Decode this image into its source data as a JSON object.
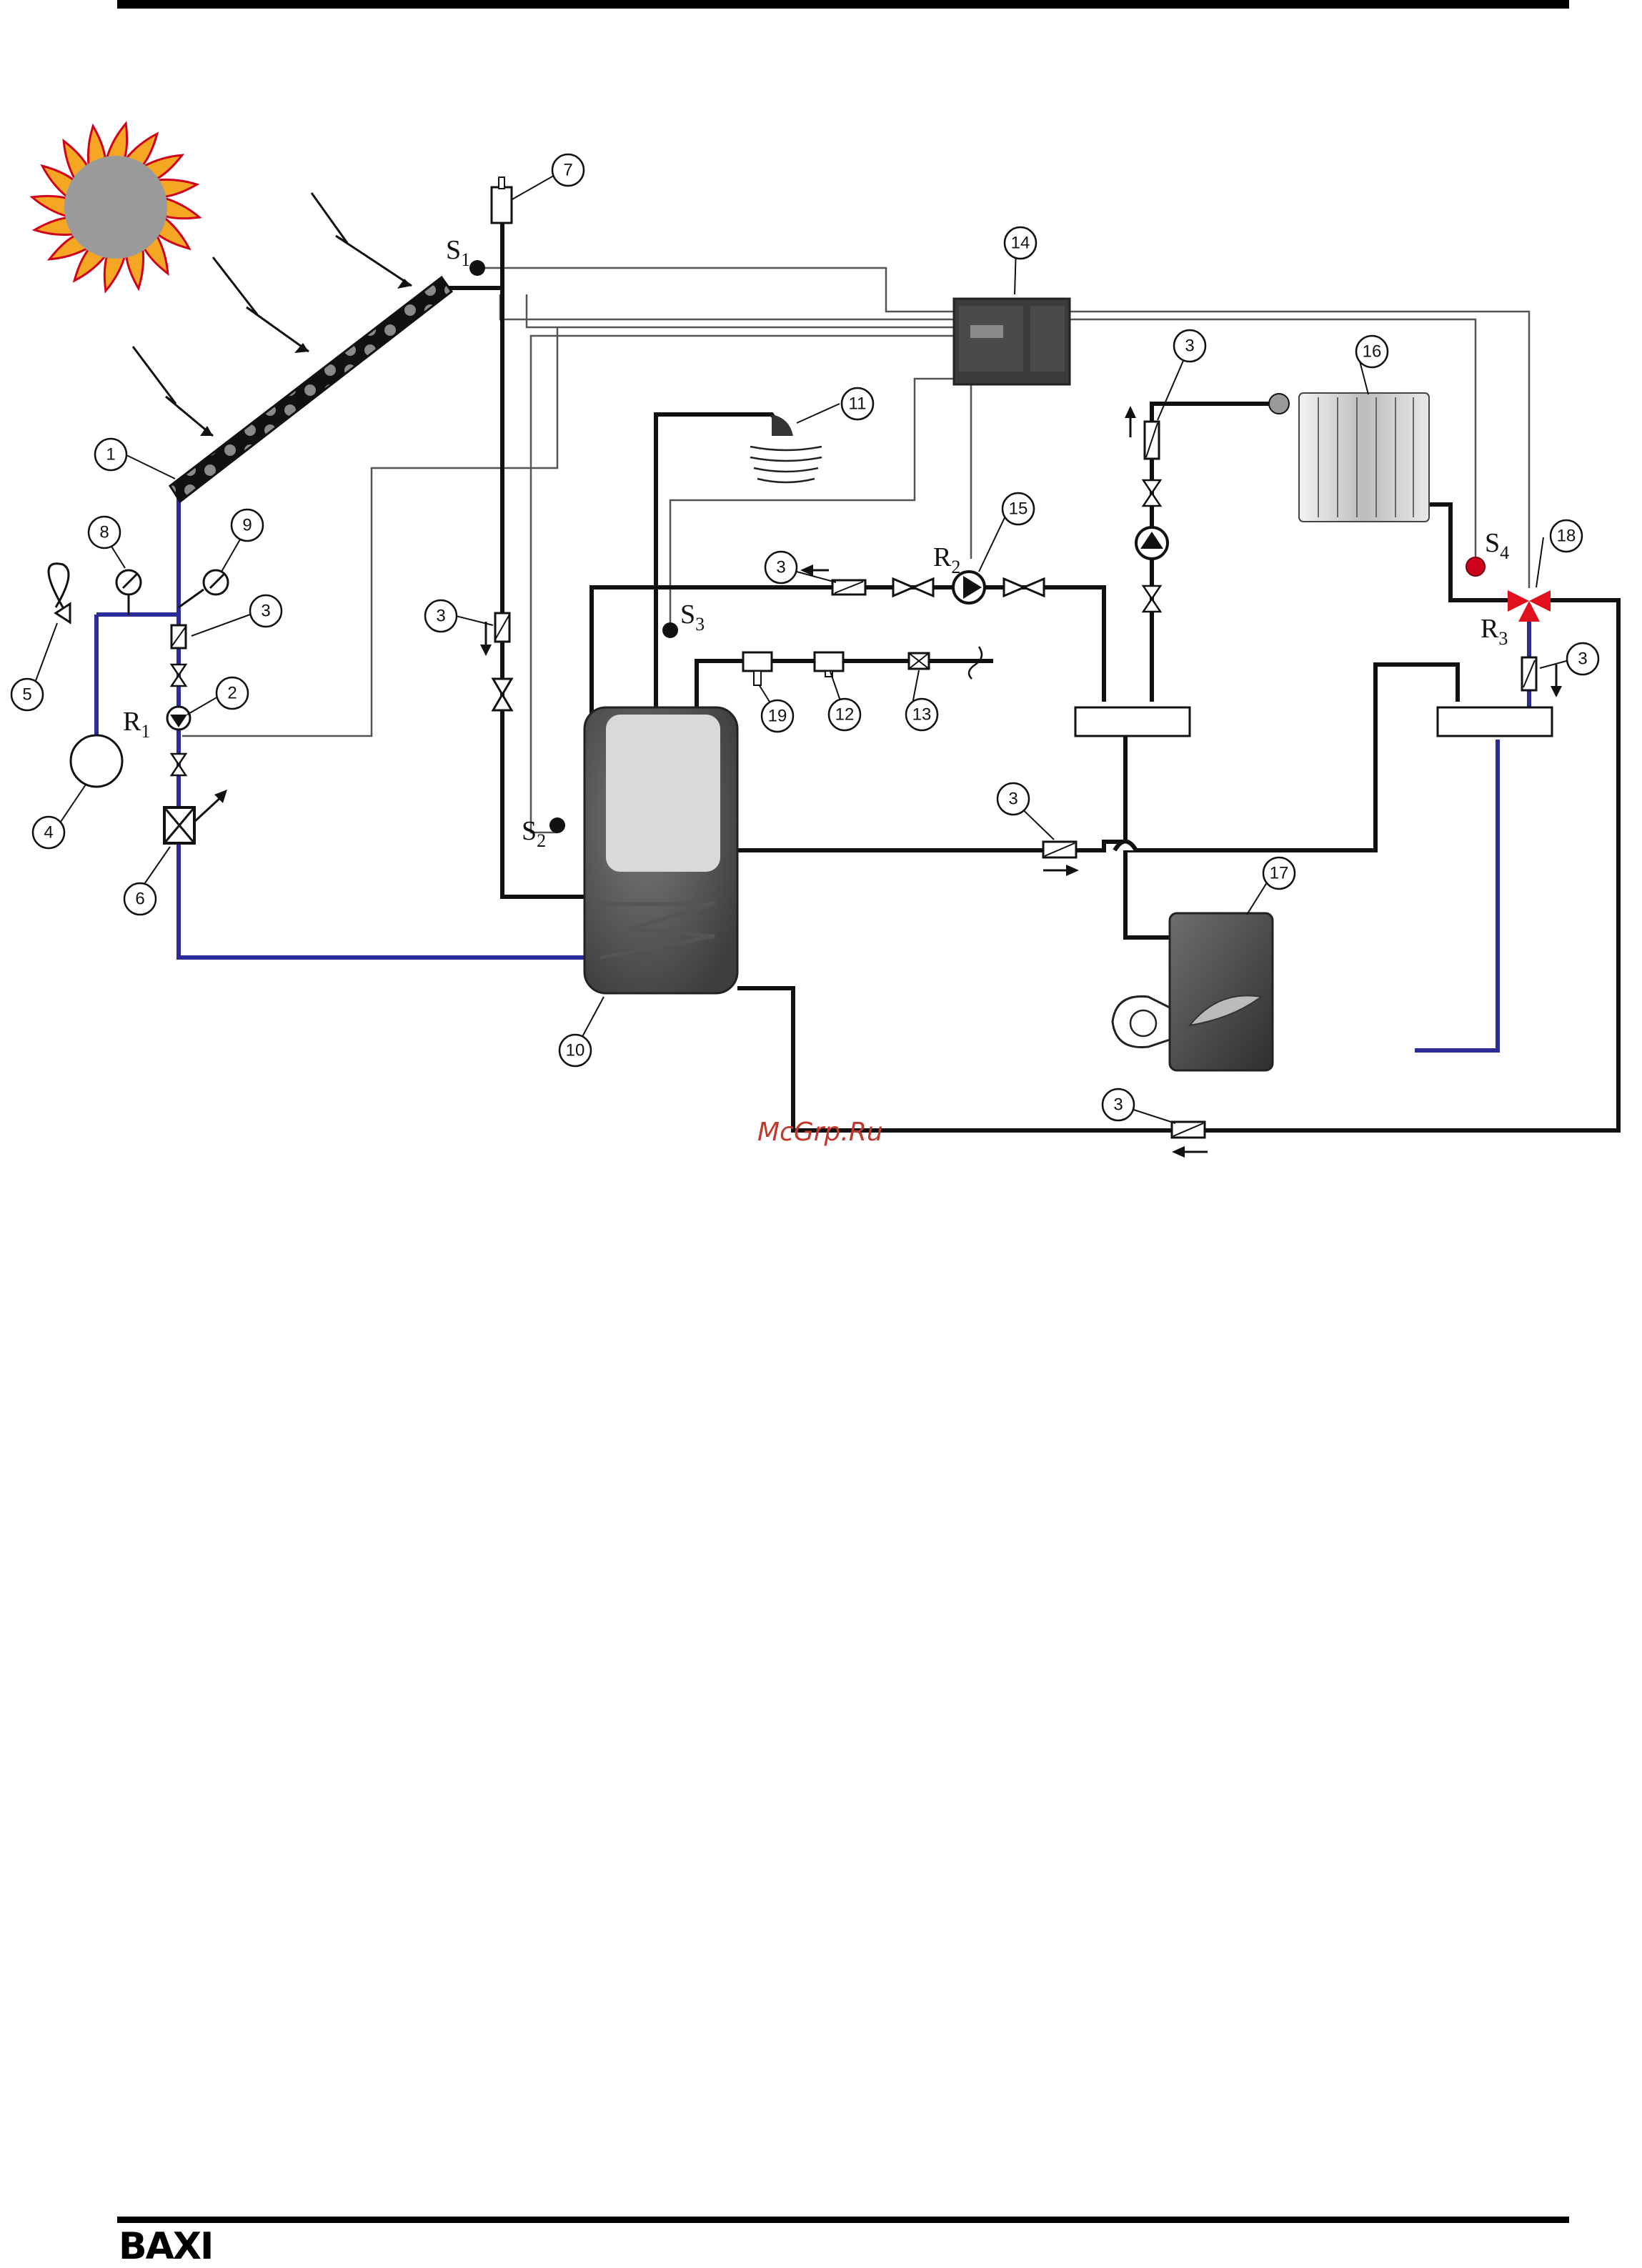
{
  "figure": {
    "sensors": [
      {
        "letter": "S",
        "sub": "1"
      },
      {
        "letter": "S",
        "sub": "2"
      },
      {
        "letter": "S",
        "sub": "3"
      },
      {
        "letter": "S",
        "sub": "4"
      }
    ],
    "relays": [
      {
        "letter": "R",
        "sub": "1"
      },
      {
        "letter": "R",
        "sub": "2"
      },
      {
        "letter": "R",
        "sub": "3"
      }
    ],
    "callouts": {
      "c1": "1",
      "c2": "2",
      "c3a": "3",
      "c3b": "3",
      "c3c": "3",
      "c3d": "3",
      "c3e": "3",
      "c3f": "3",
      "c3g": "3",
      "c4": "4",
      "c5": "5",
      "c6": "6",
      "c7": "7",
      "c8": "8",
      "c9": "9",
      "c10": "10",
      "c11": "11",
      "c12": "12",
      "c13": "13",
      "c14": "14",
      "c15": "15",
      "c16": "16",
      "c17": "17",
      "c18": "18",
      "c19": "19"
    },
    "watermark": "McGrp.Ru",
    "colors": {
      "solar_loop": "#2b2b9a",
      "pipe": "#111111",
      "signal_wire": "#555555",
      "sun_flame": "#f5a623",
      "sensor_s4": "#d0021b",
      "valve_r3": "#e0111d"
    }
  },
  "footer": {
    "brand": "BAXI"
  }
}
